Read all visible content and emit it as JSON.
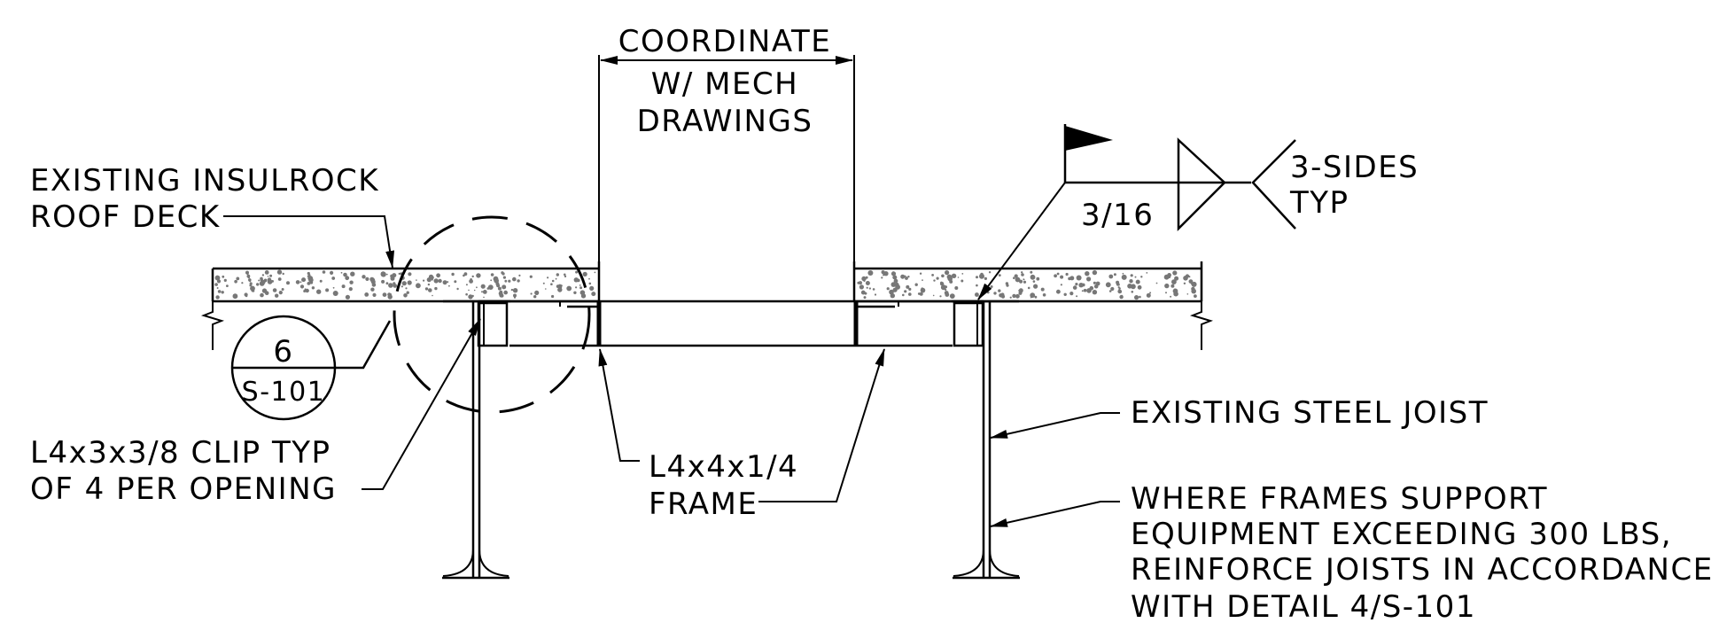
{
  "labels": {
    "coordinate_line1": "COORDINATE",
    "coordinate_line2": "W/ MECH",
    "coordinate_line3": "DRAWINGS",
    "deck_line1": "EXISTING INSULROCK",
    "deck_line2": "ROOF DECK",
    "section_number": "6",
    "section_sheet": "S-101",
    "clip_line1": "L4x3x3/8 CLIP TYP",
    "clip_line2": "OF 4 PER OPENING",
    "frame_line1": "L4x4x1/4",
    "frame_line2": "FRAME",
    "joist": "EXISTING STEEL JOIST",
    "note_line1": "WHERE FRAMES SUPPORT",
    "note_line2": "EQUIPMENT EXCEEDING 300 LBS,",
    "note_line3": "REINFORCE JOISTS IN ACCORDANCE",
    "note_line4": "WITH DETAIL 4/S-101",
    "weld_size": "3/16",
    "weld_note_line1": "3-SIDES",
    "weld_note_line2": "TYP"
  },
  "colors": {
    "line": "#000000",
    "aggregate": "#777777",
    "background": "#ffffff"
  }
}
